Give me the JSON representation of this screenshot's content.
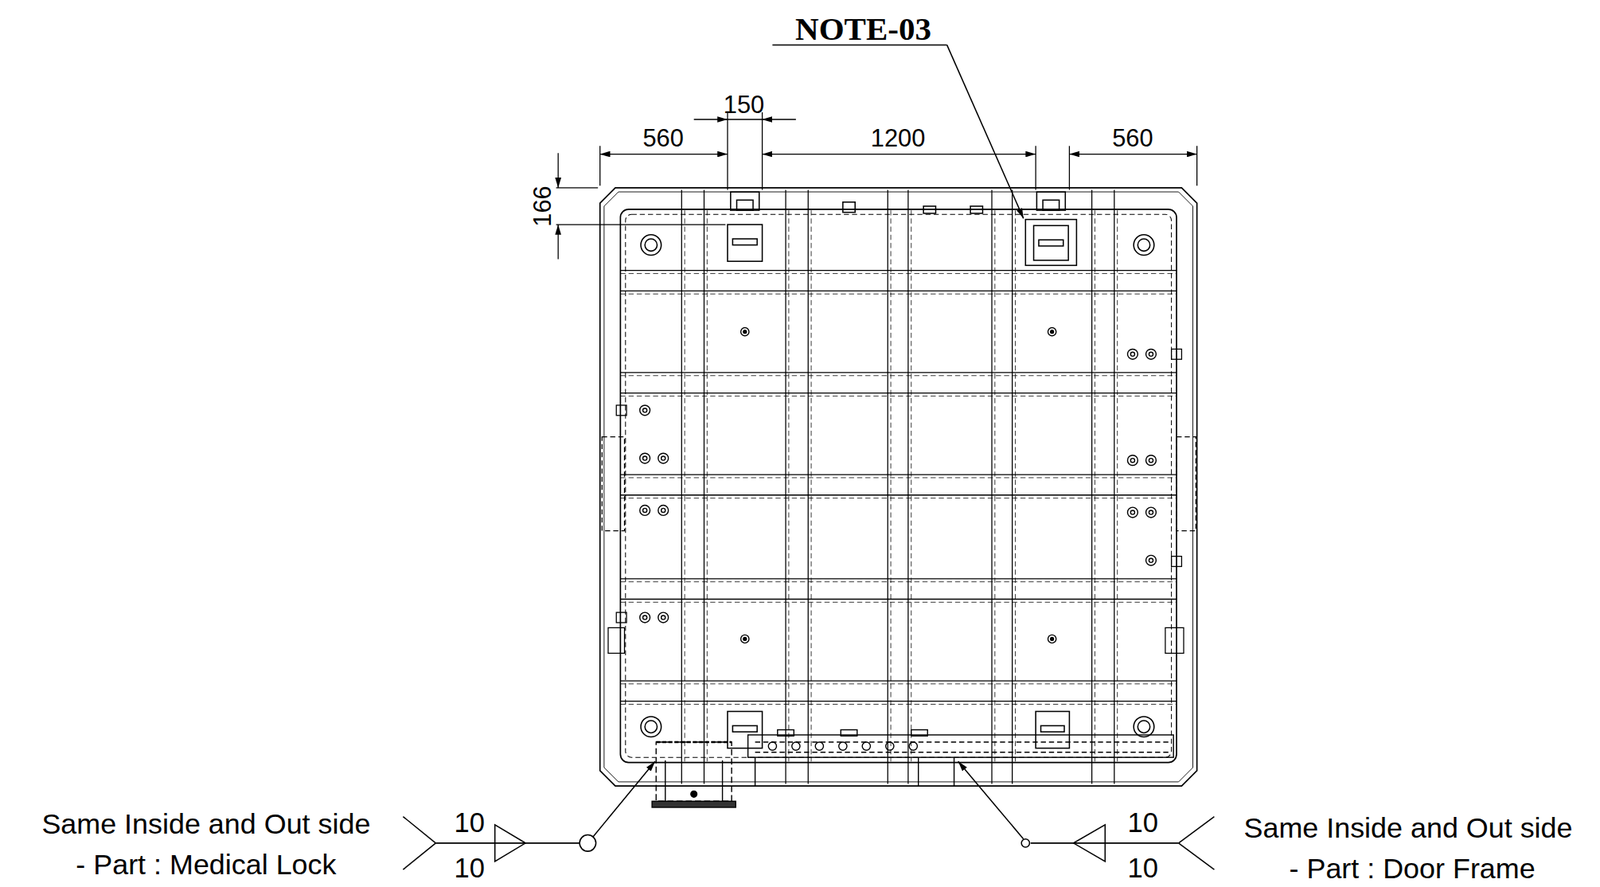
{
  "diagram": {
    "labels": [
      "NOTE-03",
      "150",
      "560",
      "1200",
      "560",
      "166",
      "Same Inside and Out side",
      "- Part : Medical Lock",
      "10",
      "10",
      "10",
      "10",
      "Same Inside and Out side",
      "- Part : Door Frame"
    ]
  }
}
